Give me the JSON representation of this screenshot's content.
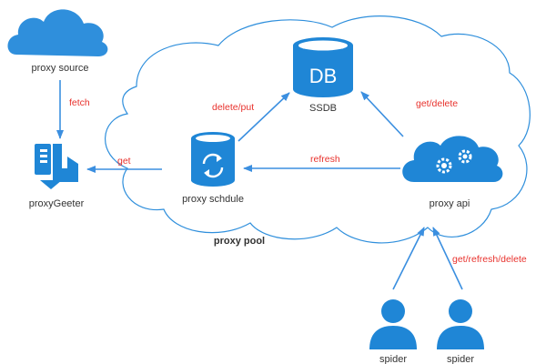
{
  "colors": {
    "primary_blue": "#2f8fdc",
    "icon_blue": "#1f86d6",
    "arrow_blue": "#3b8fe0",
    "cloud_outline": "#2f8fdc",
    "edge_label_red": "#e8322d",
    "text_dark": "#333333"
  },
  "nodes": {
    "proxy_source": {
      "label": "proxy source",
      "icon": "cloud-icon"
    },
    "proxy_geeter": {
      "label": "proxyGeeter",
      "icon": "document-icon"
    },
    "ssdb": {
      "label": "SSDB",
      "icon_text": "DB",
      "icon": "database-icon"
    },
    "proxy_schedule": {
      "label": "proxy schdule",
      "icon": "refresh-icon"
    },
    "proxy_api": {
      "label": "proxy api",
      "icon": "gears-cloud-icon"
    },
    "proxy_pool": {
      "label": "proxy pool"
    },
    "spider_left": {
      "label": "spider",
      "icon": "user-icon"
    },
    "spider_right": {
      "label": "spider",
      "icon": "user-icon"
    }
  },
  "edges": {
    "fetch": "fetch",
    "get": "get",
    "delete_put": "delete/put",
    "get_delete": "get/delete",
    "refresh": "refresh",
    "get_refresh_delete": "get/refresh/delete"
  }
}
